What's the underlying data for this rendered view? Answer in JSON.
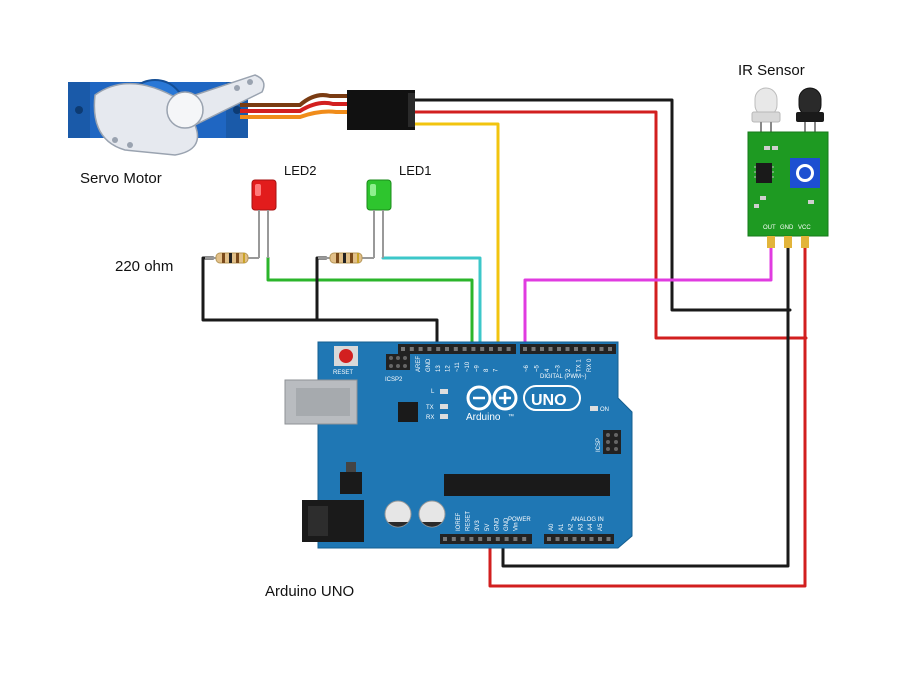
{
  "labels": {
    "ir_sensor": "IR Sensor",
    "servo_motor": "Servo Motor",
    "led2": "LED2",
    "led1": "LED1",
    "resistor": "220 ohm",
    "arduino_uno": "Arduino UNO"
  },
  "ir_board": {
    "pins": [
      "OUT",
      "GND",
      "VCC"
    ]
  },
  "arduino_board": {
    "reset": "RESET",
    "icsp2": "ICSP2",
    "icsp": "ICSP",
    "digital": "DIGITAL (PWM~)",
    "brand": "Arduino",
    "tm": "™",
    "uno": "UNO",
    "on": "ON",
    "l": "L",
    "tx": "TX",
    "rx": "RX",
    "aref": "AREF",
    "gnd": "GND",
    "digital_pins": [
      "13",
      "12",
      "~11",
      "~10",
      "~9",
      "8",
      "7",
      "~6",
      "~5",
      "4",
      "~3",
      "2",
      "TX 1",
      "RX 0"
    ],
    "power_title": "POWER",
    "analog_title": "ANALOG IN",
    "power_pins": [
      "IOREF",
      "RESET",
      "3V3",
      "5V",
      "GND",
      "GND",
      "Vin"
    ],
    "analog_pins": [
      "A0",
      "A1",
      "A2",
      "A3",
      "A4",
      "A5"
    ]
  },
  "colors": {
    "board_blue": "#1f77b4",
    "wire_red": "#d21f1f",
    "wire_black": "#1a1a1a",
    "wire_yellow": "#f2c40f",
    "wire_green": "#2bb52b",
    "wire_cyan": "#3cc7c9",
    "wire_magenta": "#e03be0",
    "ir_board_green": "#1e9a22",
    "led_red": "#e21c1c",
    "led_green": "#2ec52e"
  }
}
